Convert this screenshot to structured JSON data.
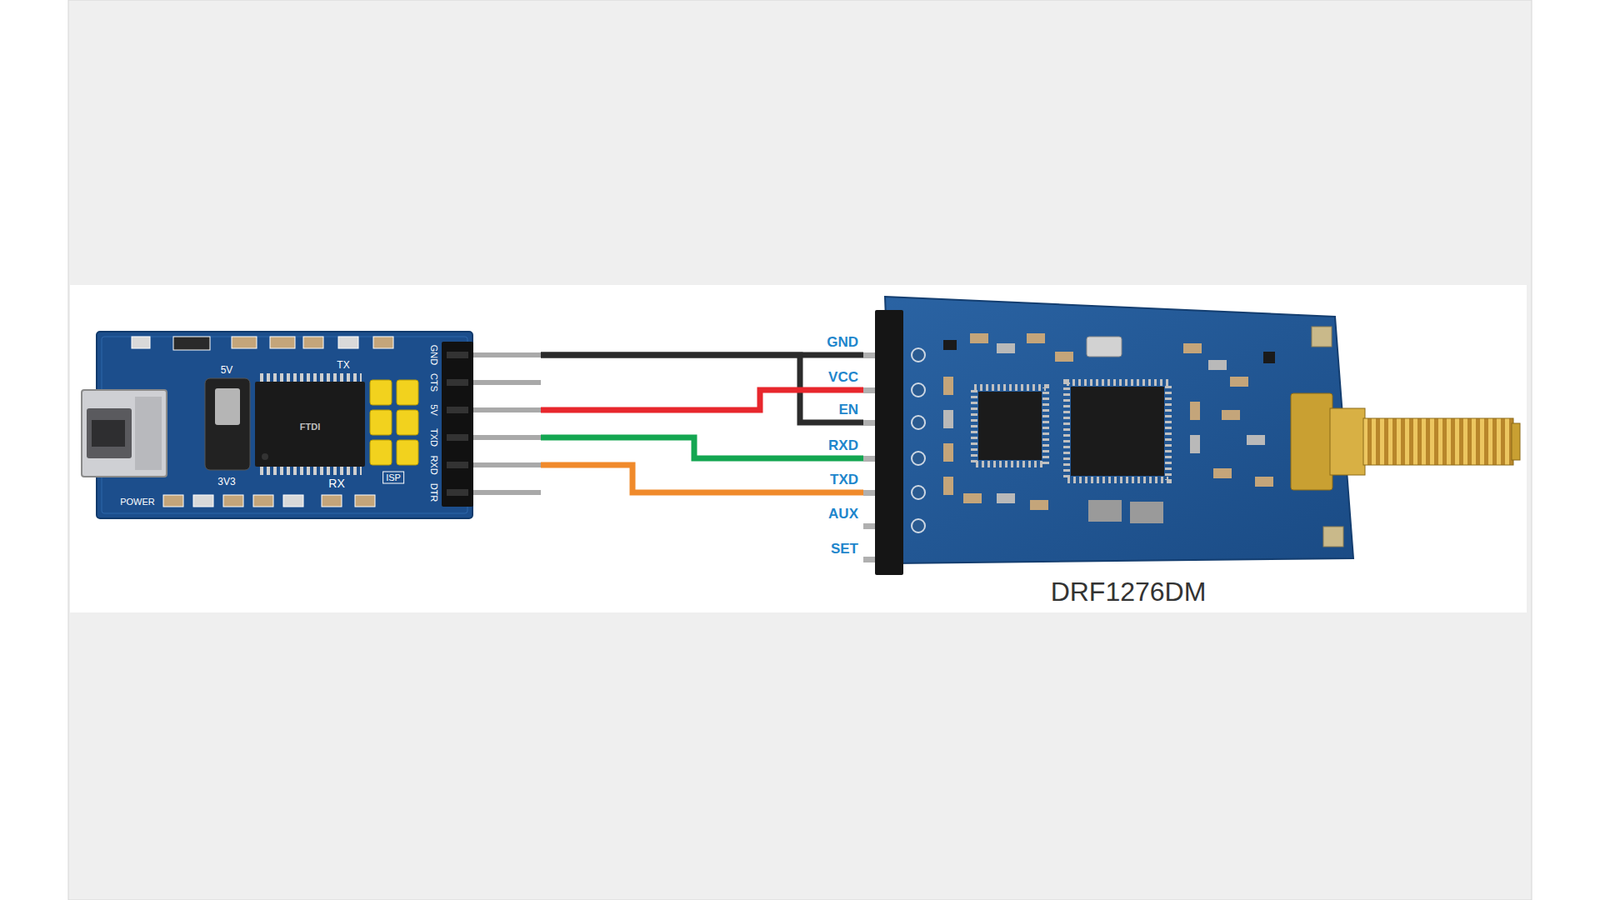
{
  "diagram": {
    "nodes": [
      {
        "text": [
          "GND",
          "CTS",
          "5V",
          "TXD",
          "RXD",
          "DTR",
          "5V",
          "3V3",
          "TX",
          "RX",
          "ISP",
          "POWER",
          "FTDI"
        ]
      },
      {
        "text": [
          "DRF1276DM"
        ]
      }
    ],
    "edges": [
      {
        "from": 0,
        "to": 1,
        "arrow": "none"
      },
      {
        "from": 0,
        "to": 1,
        "arrow": "none"
      },
      {
        "from": 0,
        "to": 1,
        "arrow": "none"
      },
      {
        "from": 0,
        "to": 1,
        "arrow": "none"
      },
      {
        "from": 0,
        "to": 1,
        "arrow": "none"
      }
    ],
    "labels": [
      "GND",
      "VCC",
      "EN",
      "RXD",
      "TXD",
      "AUX",
      "SET"
    ]
  }
}
